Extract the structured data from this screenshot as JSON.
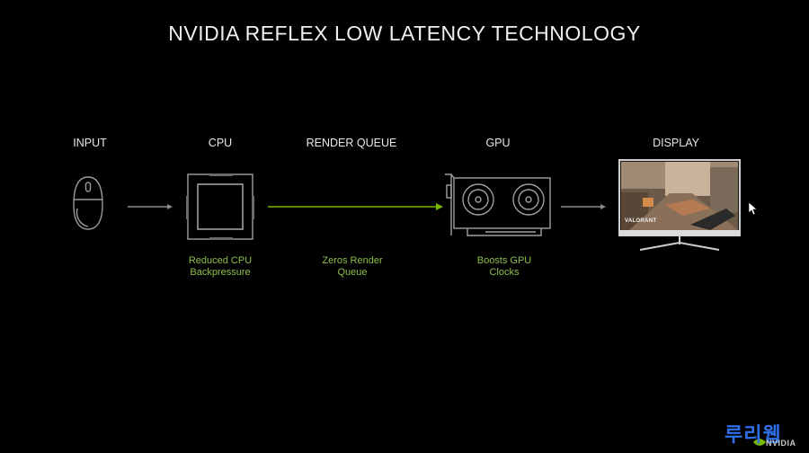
{
  "title": "NVIDIA REFLEX LOW LATENCY TECHNOLOGY",
  "stages": [
    {
      "label": "INPUT"
    },
    {
      "label": "CPU"
    },
    {
      "label": "RENDER QUEUE"
    },
    {
      "label": "GPU"
    },
    {
      "label": "DISPLAY"
    }
  ],
  "captions": {
    "cpu": [
      "Reduced CPU",
      "Backpressure"
    ],
    "render_queue": [
      "Zeros Render",
      "Queue"
    ],
    "gpu": [
      "Boosts GPU",
      "Clocks"
    ]
  },
  "display_screen": {
    "game_logo_text": "VALORANT"
  },
  "watermark": {
    "text": "루리웹",
    "brand": "NVIDIA"
  },
  "colors": {
    "background": "#000000",
    "accent_green": "#76b900",
    "caption_green": "#8fbf4a",
    "arrow_gray": "#8a8a8a",
    "watermark_blue": "#2f6fe8"
  },
  "icons": [
    "mouse-icon",
    "cpu-chip-icon",
    "gpu-card-icon",
    "monitor-icon",
    "cursor-icon"
  ]
}
